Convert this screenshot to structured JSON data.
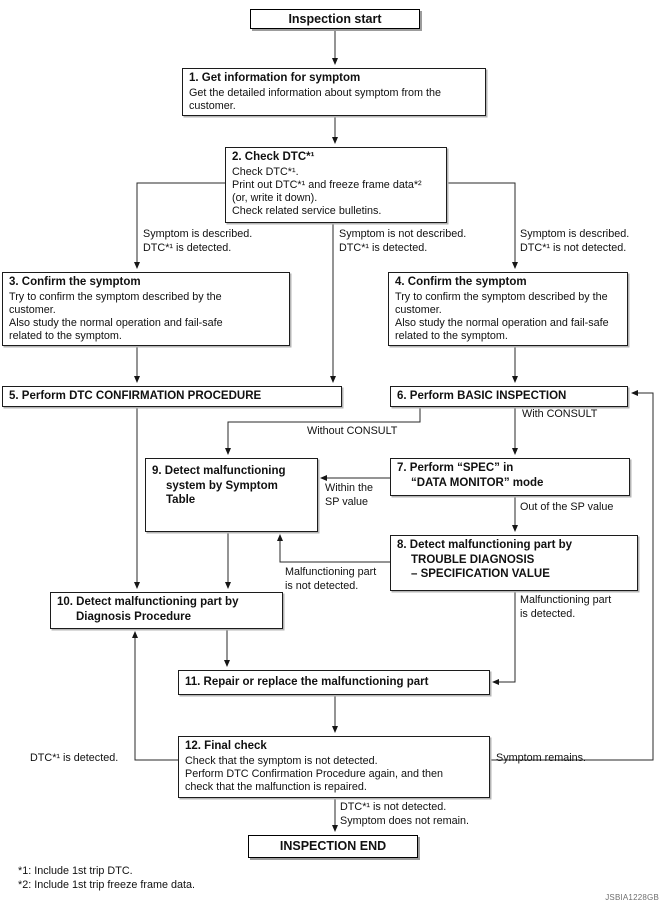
{
  "figure": {
    "id": "JSBIA1228GB"
  },
  "terminals": {
    "start": "Inspection start",
    "end": "INSPECTION END"
  },
  "steps": {
    "s1": {
      "title": "1. Get information for symptom",
      "body": "Get the detailed information about symptom from the\ncustomer."
    },
    "s2": {
      "title": "2. Check DTC*¹",
      "body": "Check DTC*¹.\nPrint out DTC*¹ and freeze frame data*²\n(or, write it down).\nCheck related service bulletins."
    },
    "s3": {
      "title": "3. Confirm the symptom",
      "body": "Try to confirm the symptom described by the\ncustomer.\nAlso study the normal operation and fail-safe\nrelated to the symptom."
    },
    "s4": {
      "title": "4. Confirm the symptom",
      "body": "Try to confirm the symptom described by the\ncustomer.\nAlso study the normal operation and fail-safe\nrelated to the symptom."
    },
    "s5": {
      "title": "5. Perform DTC CONFIRMATION PROCEDURE"
    },
    "s6": {
      "title": "6. Perform BASIC INSPECTION"
    },
    "s7": {
      "title": "7. Perform “SPEC” in\n“DATA MONITOR” mode"
    },
    "s8": {
      "title": "8. Detect malfunctioning part by\nTROUBLE DIAGNOSIS\n– SPECIFICATION VALUE"
    },
    "s9": {
      "title": "9. Detect malfunctioning\nsystem by Symptom\nTable"
    },
    "s10": {
      "title": "10. Detect malfunctioning part by\nDiagnosis Procedure"
    },
    "s11": {
      "title": "11. Repair or replace the malfunctioning part"
    },
    "s12": {
      "title": "12. Final check",
      "body": "Check that the symptom is not detected.\nPerform DTC Confirmation Procedure again, and then\ncheck that the malfunction is repaired."
    }
  },
  "edge_labels": {
    "symptom_described_dtc_detected": "Symptom is described.\nDTC*¹ is detected.",
    "symptom_not_described_dtc_detected": "Symptom is not described.\nDTC*¹ is detected.",
    "symptom_described_dtc_not_detected": "Symptom is described.\nDTC*¹ is not detected.",
    "without_consult": "Without CONSULT",
    "with_consult": "With CONSULT",
    "within_sp_value": "Within the\nSP value",
    "out_of_sp_value": "Out of the SP value",
    "malfunctioning_part_not_detected": "Malfunctioning part\nis not detected.",
    "malfunctioning_part_detected": "Malfunctioning part\nis detected.",
    "dtc_detected": "DTC*¹ is detected.",
    "symptom_remains": "Symptom remains.",
    "dtc_not_detected_no_symptom": "DTC*¹ is not detected.\nSymptom does not remain."
  },
  "footnotes": {
    "line1": "*1: Include 1st trip DTC.",
    "line2": "*2: Include 1st trip freeze frame data."
  }
}
